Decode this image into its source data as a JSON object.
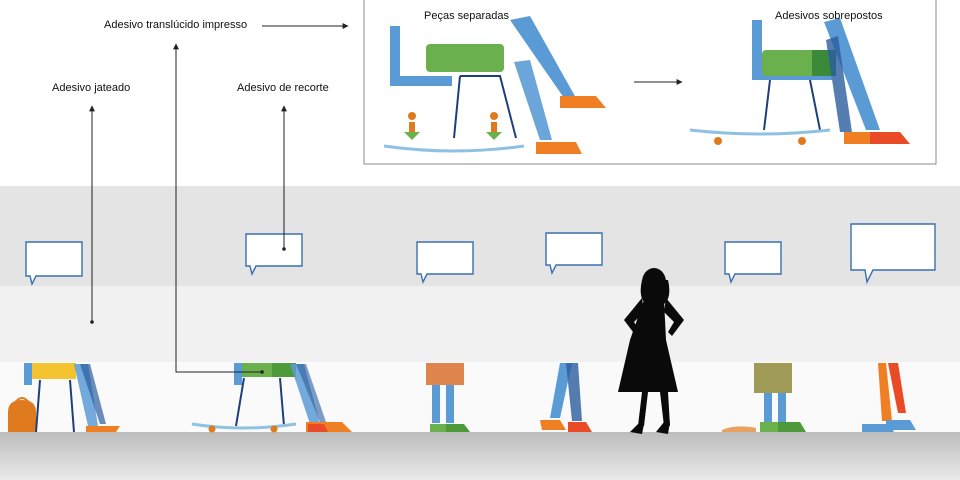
{
  "labels": {
    "frosted": "Adesivo jateado",
    "printed_translucent": "Adesivo translúcido impresso",
    "cut": "Adesivo de recorte"
  },
  "inset": {
    "left_title": "Peças separadas",
    "right_title": "Adesivos sobrepostos"
  },
  "colors": {
    "wall_band": "#e6e6e6",
    "floor": "#c8c8c8",
    "bubble_stroke": "#3a6fb0",
    "blue_leg": "#5b9bd5",
    "green": "#6ab04c",
    "orange": "#f07f23",
    "yellow": "#f4c430",
    "dark_blue": "#2a5d9f"
  }
}
